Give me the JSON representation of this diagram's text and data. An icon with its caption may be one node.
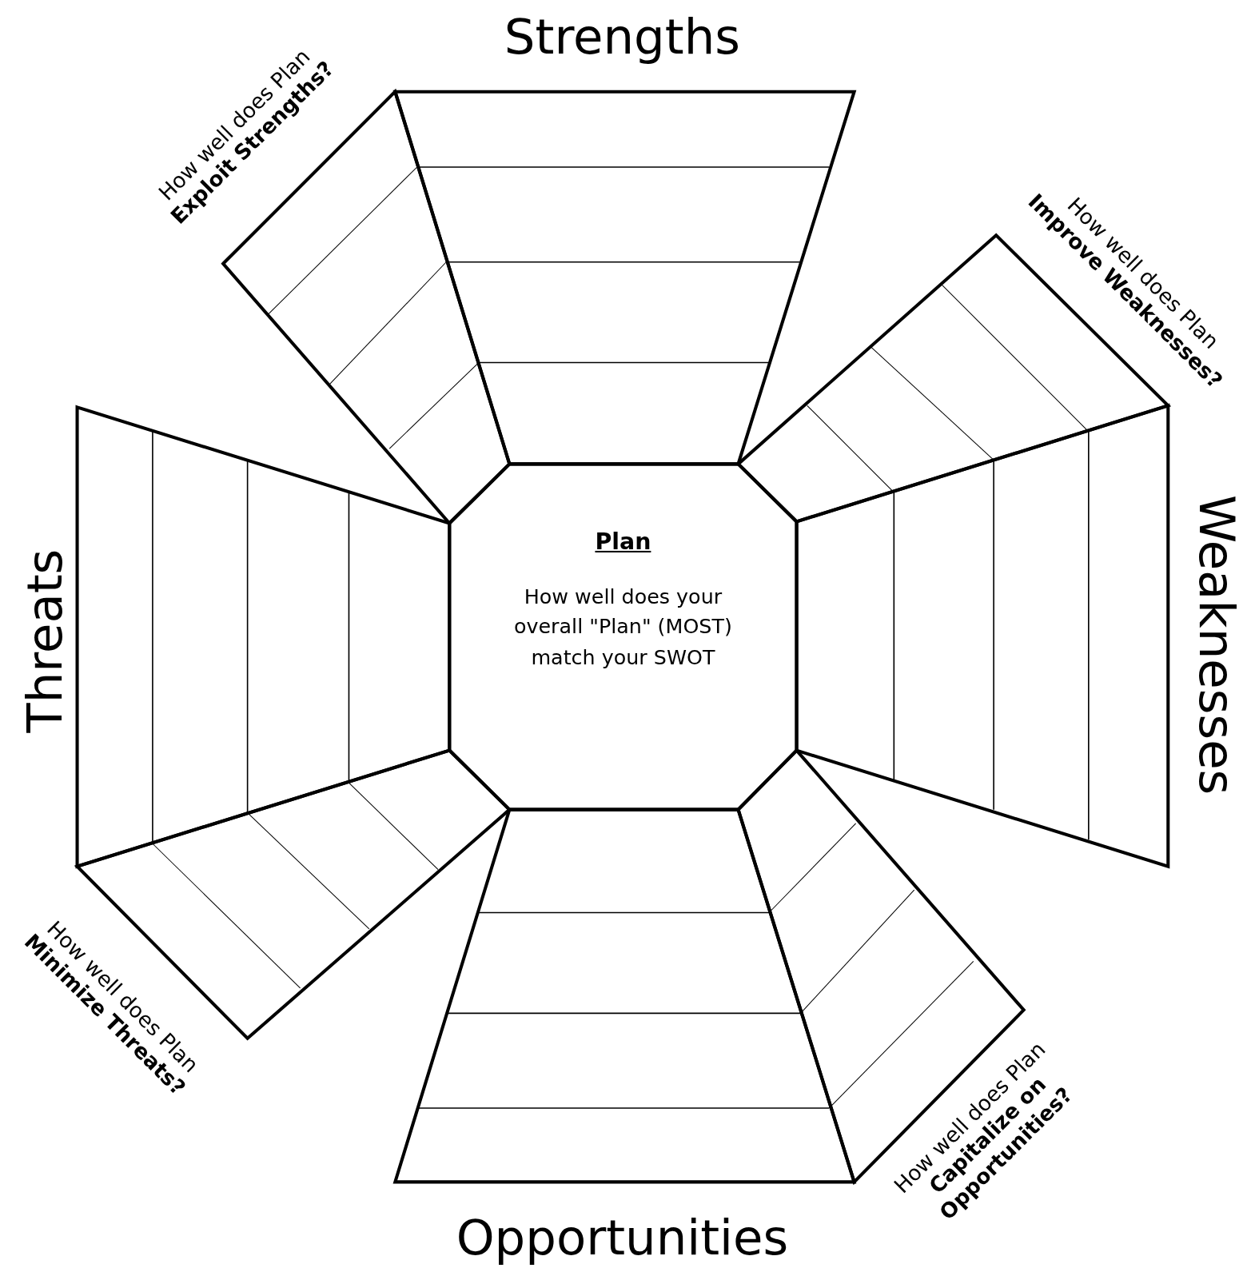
{
  "diagram": {
    "nodes": [
      {
        "text": [
          "Strengths"
        ]
      },
      {
        "text": [
          "How well does Plan",
          "Exploit Strengths?"
        ]
      },
      {
        "text": [
          "How well does Plan",
          "Improve Weaknesses?"
        ]
      },
      {
        "text": [
          "Plan",
          "How well does your overall \"Plan\" (MOST) match your SWOT"
        ]
      },
      {
        "text": [
          "Threats"
        ]
      },
      {
        "text": [
          "Weaknesses"
        ]
      },
      {
        "text": [
          "How well does Plan",
          "Minimize Threats?"
        ]
      },
      {
        "text": [
          "How well does Plan",
          "Capitalize on Opportunities?"
        ]
      },
      {
        "text": [
          "Opportunities"
        ]
      }
    ]
  }
}
